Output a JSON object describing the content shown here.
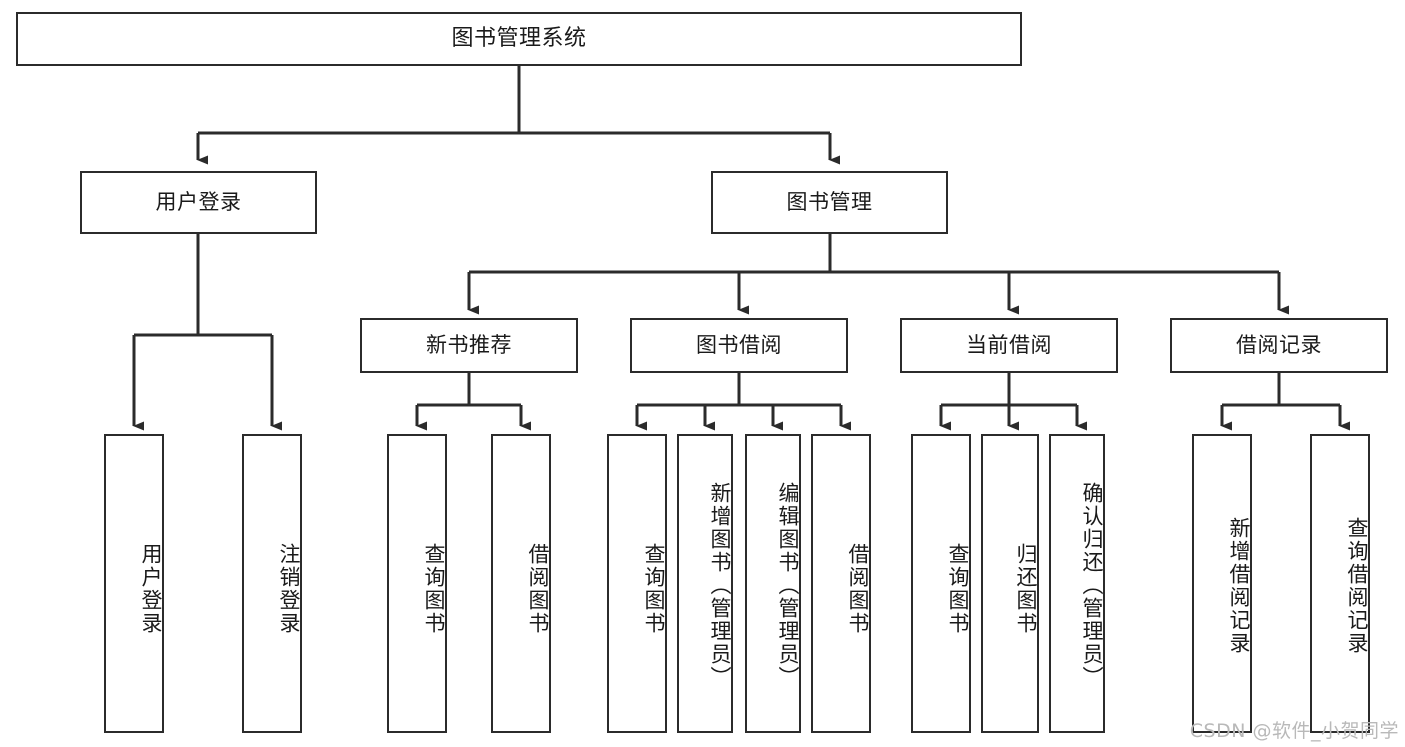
{
  "diagram": {
    "title": "图书管理系统",
    "type": "hierarchy-tree",
    "root": {
      "id": "root",
      "label": "图书管理系统"
    },
    "level1": [
      {
        "id": "login",
        "label": "用户登录"
      },
      {
        "id": "bookmgmt",
        "label": "图书管理"
      }
    ],
    "level2": [
      {
        "id": "newbook",
        "label": "新书推荐",
        "parent": "bookmgmt"
      },
      {
        "id": "borrow",
        "label": "图书借阅",
        "parent": "bookmgmt"
      },
      {
        "id": "current",
        "label": "当前借阅",
        "parent": "bookmgmt"
      },
      {
        "id": "record",
        "label": "借阅记录",
        "parent": "bookmgmt"
      }
    ],
    "leaves": [
      {
        "id": "leaf-login-1",
        "label": "用户登录",
        "parent": "login"
      },
      {
        "id": "leaf-login-2",
        "label": "注销登录",
        "parent": "login"
      },
      {
        "id": "leaf-new-1",
        "label": "查询图书",
        "parent": "newbook"
      },
      {
        "id": "leaf-new-2",
        "label": "借阅图书",
        "parent": "newbook"
      },
      {
        "id": "leaf-borrow-1",
        "label": "查询图书",
        "parent": "borrow"
      },
      {
        "id": "leaf-borrow-2",
        "label": "新增图书（管理员）",
        "parent": "borrow"
      },
      {
        "id": "leaf-borrow-3",
        "label": "编辑图书（管理员）",
        "parent": "borrow"
      },
      {
        "id": "leaf-borrow-4",
        "label": "借阅图书",
        "parent": "borrow"
      },
      {
        "id": "leaf-cur-1",
        "label": "查询图书",
        "parent": "current"
      },
      {
        "id": "leaf-cur-2",
        "label": "归还图书",
        "parent": "current"
      },
      {
        "id": "leaf-cur-3",
        "label": "确认归还（管理员）",
        "parent": "current"
      },
      {
        "id": "leaf-rec-1",
        "label": "新增借阅记录",
        "parent": "record"
      },
      {
        "id": "leaf-rec-2",
        "label": "查询借阅记录",
        "parent": "record"
      }
    ],
    "colors": {
      "box_border": "#2b2b2b",
      "box_fill": "#ffffff",
      "connector": "#2b2b2b",
      "text": "#1a1a1a",
      "watermark": "#b9b9b9"
    }
  },
  "watermark": {
    "text": "CSDN @软件_小贺同学"
  }
}
